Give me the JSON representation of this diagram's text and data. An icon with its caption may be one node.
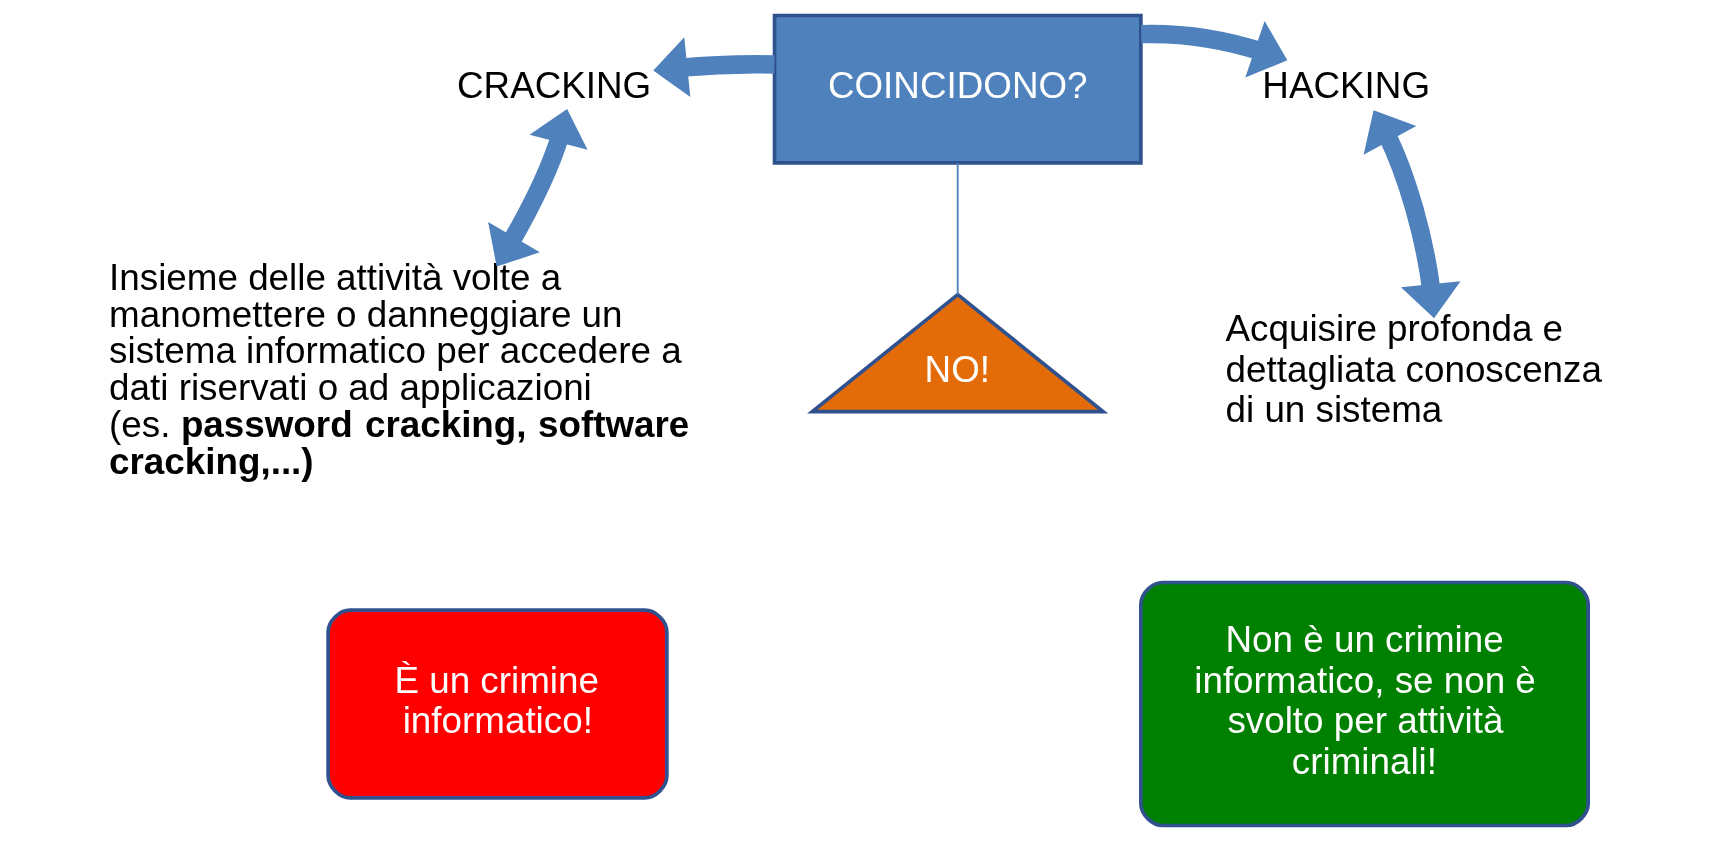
{
  "diagram": {
    "nodes": [
      {
        "text": [
          "CRACKING"
        ]
      },
      {
        "text": [
          "COINCIDONO?"
        ]
      },
      {
        "text": [
          "HACKING"
        ]
      },
      {
        "text": [
          "Insieme delle attività volte a manomettere o danneggiare un sistema informatico per accedere a dati riservati o ad applicazioni (es. **password cracking, software cracking,...)**"
        ]
      },
      {
        "text": [
          "NO!"
        ]
      },
      {
        "text": [
          "Acquisire profonda e dettagliata conoscenza di un sistema"
        ]
      },
      {
        "text": [
          "È un crimine informatico!"
        ]
      },
      {
        "text": [
          "Non è un crimine informatico, se non è svolto per attività criminali!"
        ]
      }
    ],
    "edges": [
      {
        "from": 1,
        "to": 0,
        "arrow": "to"
      },
      {
        "from": 1,
        "to": 2,
        "arrow": "to"
      },
      {
        "from": 0,
        "to": 3,
        "arrow": "both"
      },
      {
        "from": 2,
        "to": 5,
        "arrow": "both"
      },
      {
        "from": 1,
        "to": 4,
        "arrow": "none"
      }
    ]
  }
}
